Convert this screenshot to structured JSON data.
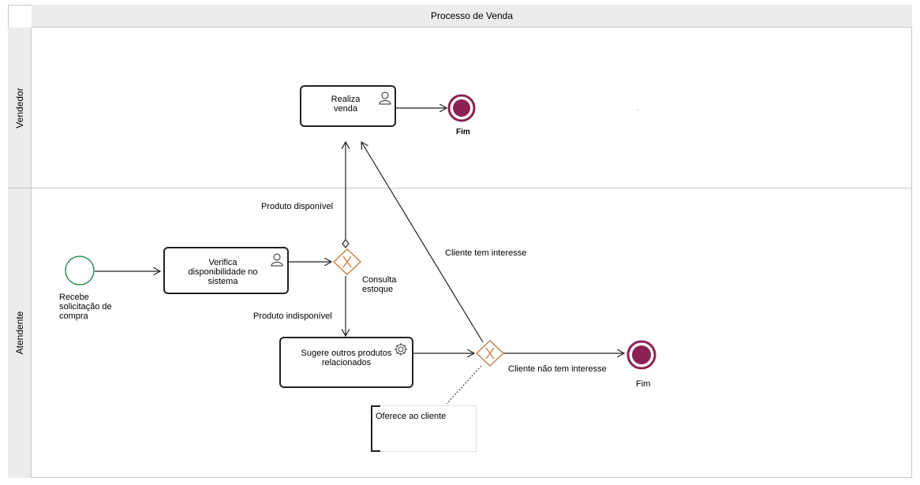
{
  "pool": {
    "title": "Processo de Venda"
  },
  "lanes": [
    {
      "label": "Vendedor"
    },
    {
      "label": "Atendente"
    }
  ],
  "start_event": {
    "label": "Recebe\nsolicitação de\ncompra"
  },
  "tasks": {
    "verify": {
      "label": "Verifica disponibilidade no sistema",
      "icon": "user-icon"
    },
    "sell": {
      "label": "Realiza venda",
      "icon": "user-icon"
    },
    "suggest": {
      "label": "Sugere outros produtos relacionados",
      "icon": "gear-icon"
    }
  },
  "gateways": {
    "stock": {
      "label": "Consulta\nestoque"
    }
  },
  "end_events": {
    "top": {
      "label": "Fim"
    },
    "bottom": {
      "label": "Fim"
    }
  },
  "flows": {
    "available": "Produto disponível",
    "unavailable": "Produto indisponível",
    "interested": "Cliente tem interesse",
    "not_interested": "Cliente não tem interesse"
  },
  "annotation": {
    "text": "Oferece ao cliente"
  },
  "colors": {
    "start": "#2e8b57",
    "end": "#8b2252",
    "gateway": "#c87533",
    "line": "#222222",
    "lane_fill": "#ececec",
    "border": "#c8c8c8"
  }
}
